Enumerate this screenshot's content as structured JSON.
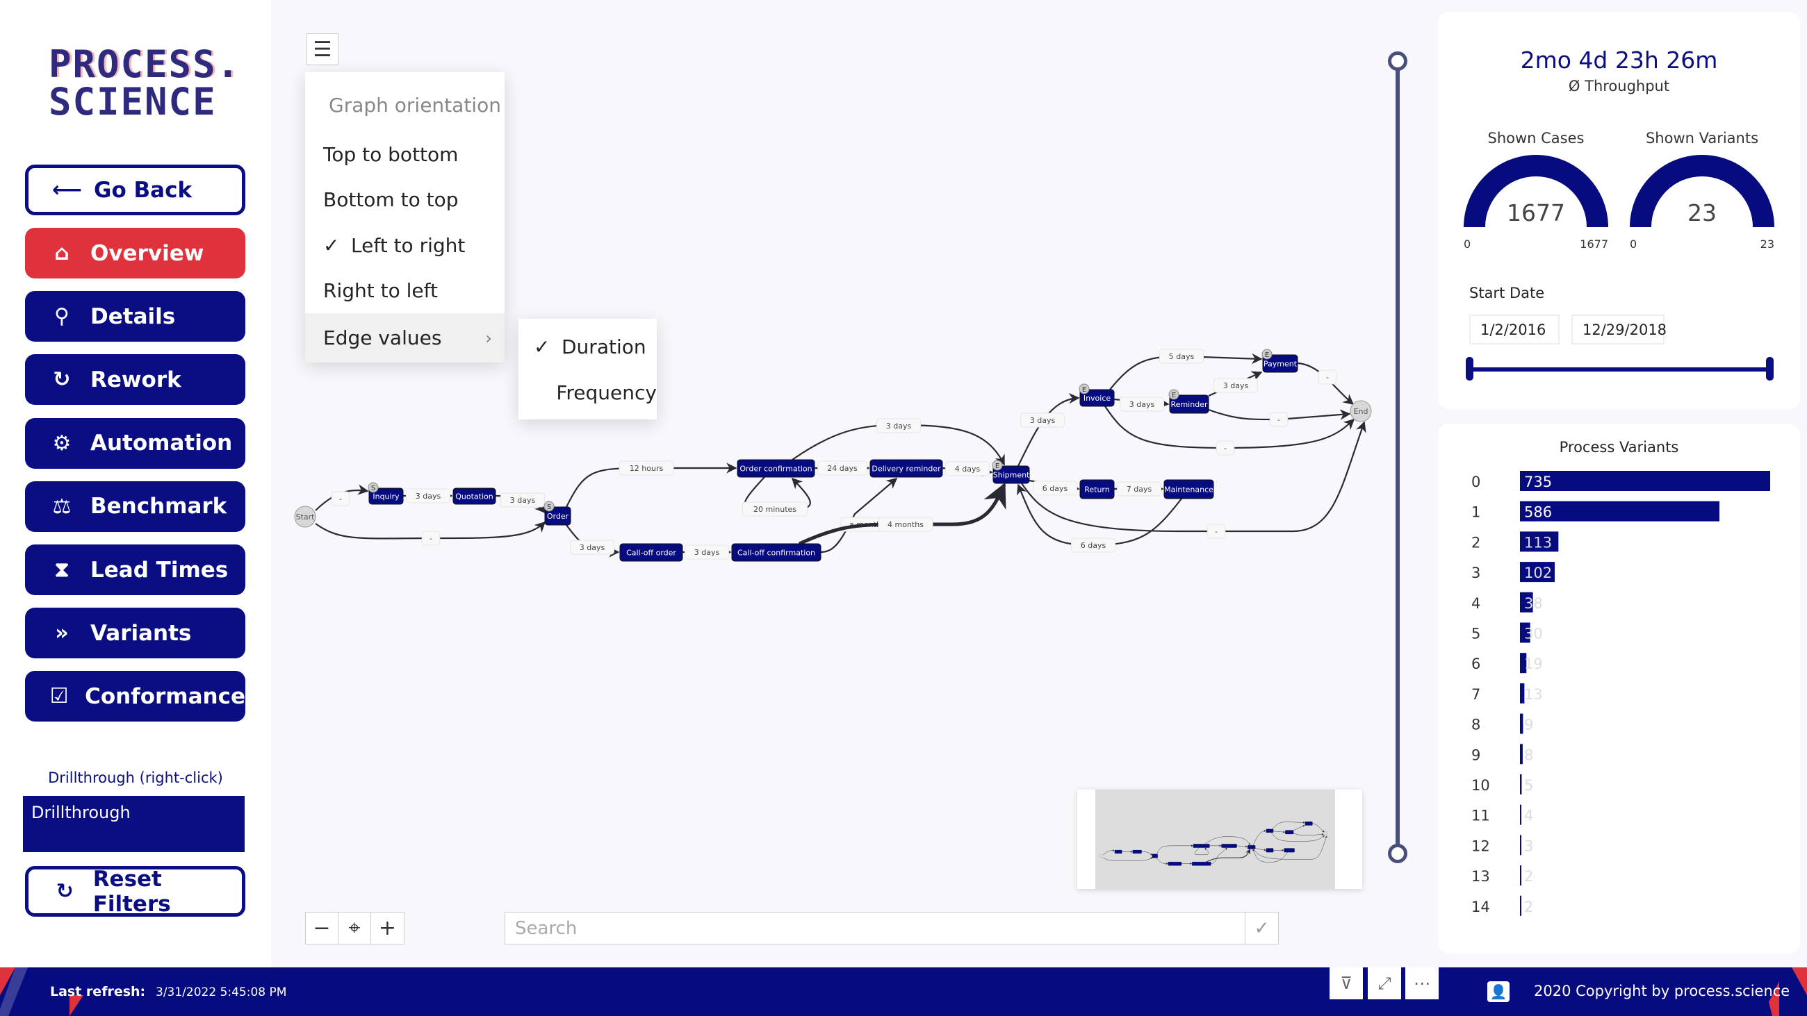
{
  "logo": {
    "line1": "PROCESS.",
    "line2": "SCIENCE"
  },
  "sidebar": {
    "items": [
      {
        "label": "Go Back",
        "icon": "arrow-left-icon",
        "glyph": "⟵"
      },
      {
        "label": "Overview",
        "icon": "home-icon",
        "glyph": "⌂"
      },
      {
        "label": "Details",
        "icon": "magnifier-icon",
        "glyph": "⚲"
      },
      {
        "label": "Rework",
        "icon": "refresh-icon",
        "glyph": "↻"
      },
      {
        "label": "Automation",
        "icon": "gear-icon",
        "glyph": "⚙"
      },
      {
        "label": "Benchmark",
        "icon": "scale-icon",
        "glyph": "⚖"
      },
      {
        "label": "Lead Times",
        "icon": "hourglass-icon",
        "glyph": "⧗"
      },
      {
        "label": "Variants",
        "icon": "double-chevron-icon",
        "glyph": "»"
      },
      {
        "label": "Conformance",
        "icon": "checklist-icon",
        "glyph": "☑"
      }
    ],
    "drillthrough_label": "Drillthrough (right-click)",
    "drillthrough_box": "Drillthrough",
    "reset_label": "Reset Filters",
    "reset_glyph": "↻"
  },
  "menu": {
    "header": "Graph orientation",
    "items": [
      "Top to bottom",
      "Bottom to top",
      "Left to right",
      "Right to left"
    ],
    "checked": "Left to right",
    "edge_values": "Edge values",
    "submenu": [
      "Duration",
      "Frequency"
    ],
    "submenu_checked": "Duration"
  },
  "graph": {
    "nodes": [
      {
        "id": "start",
        "label": "Start",
        "type": "terminal"
      },
      {
        "id": "inquiry",
        "label": "Inquiry",
        "badge": "S"
      },
      {
        "id": "quotation",
        "label": "Quotation"
      },
      {
        "id": "order",
        "label": "Order",
        "badge": "S"
      },
      {
        "id": "orderconf",
        "label": "Order confirmation"
      },
      {
        "id": "delrem",
        "label": "Delivery reminder"
      },
      {
        "id": "calloff",
        "label": "Call-off order"
      },
      {
        "id": "calloffconf",
        "label": "Call-off confirmation"
      },
      {
        "id": "shipment",
        "label": "Shipment",
        "badge": "E"
      },
      {
        "id": "invoice",
        "label": "Invoice",
        "badge": "E"
      },
      {
        "id": "reminder",
        "label": "Reminder",
        "badge": "E"
      },
      {
        "id": "payment",
        "label": "Payment",
        "badge": "E"
      },
      {
        "id": "return",
        "label": "Return"
      },
      {
        "id": "maintenance",
        "label": "Maintenance"
      },
      {
        "id": "end",
        "label": "End",
        "type": "terminal"
      }
    ],
    "edges": [
      {
        "from": "start",
        "to": "inquiry",
        "label": "-"
      },
      {
        "from": "inquiry",
        "to": "quotation",
        "label": "3 days"
      },
      {
        "from": "quotation",
        "to": "order",
        "label": "3 days"
      },
      {
        "from": "start",
        "to": "order",
        "label": "-"
      },
      {
        "from": "order",
        "to": "orderconf",
        "label": "12 hours"
      },
      {
        "from": "orderconf",
        "to": "orderconf",
        "label": "20 minutes"
      },
      {
        "from": "orderconf",
        "to": "delrem",
        "label": "24 days"
      },
      {
        "from": "delrem",
        "to": "shipment",
        "label": "4 days"
      },
      {
        "from": "orderconf",
        "to": "shipment",
        "label": "3 days"
      },
      {
        "from": "order",
        "to": "calloff",
        "label": "3 days"
      },
      {
        "from": "calloff",
        "to": "calloffconf",
        "label": "3 days"
      },
      {
        "from": "calloffconf",
        "to": "delrem",
        "label": "a month"
      },
      {
        "from": "calloffconf",
        "to": "shipment",
        "label": "4 months"
      },
      {
        "from": "shipment",
        "to": "invoice",
        "label": "3 days"
      },
      {
        "from": "invoice",
        "to": "payment",
        "label": "5 days"
      },
      {
        "from": "invoice",
        "to": "reminder",
        "label": "3 days"
      },
      {
        "from": "reminder",
        "to": "payment",
        "label": "3 days"
      },
      {
        "from": "payment",
        "to": "end",
        "label": "-"
      },
      {
        "from": "reminder",
        "to": "end",
        "label": "-"
      },
      {
        "from": "invoice",
        "to": "end",
        "label": "-"
      },
      {
        "from": "shipment",
        "to": "return",
        "label": "6 days"
      },
      {
        "from": "return",
        "to": "maintenance",
        "label": "7 days"
      },
      {
        "from": "maintenance",
        "to": "shipment",
        "label": "6 days"
      },
      {
        "from": "shipment",
        "to": "end",
        "label": "-"
      }
    ]
  },
  "controls": {
    "zoom_out": "−",
    "center": "⌖",
    "zoom_in": "+",
    "search_placeholder": "Search",
    "search_ok": "✓"
  },
  "kpi": {
    "throughput": "2mo 4d 23h 26m",
    "throughput_label": "Ø Throughput"
  },
  "gauges": [
    {
      "label": "Shown Cases",
      "value": "1677",
      "min": "0",
      "max": "1677",
      "fraction": 1.0
    },
    {
      "label": "Shown Variants",
      "value": "23",
      "min": "0",
      "max": "23",
      "fraction": 1.0
    }
  ],
  "start_date": {
    "label": "Start Date",
    "from": "1/2/2016",
    "to": "12/29/2018"
  },
  "chart_data": {
    "type": "bar",
    "orientation": "horizontal",
    "title": "Process Variants",
    "categories": [
      "0",
      "1",
      "2",
      "3",
      "4",
      "5",
      "6",
      "7",
      "8",
      "9",
      "10",
      "11",
      "12",
      "13",
      "14"
    ],
    "values": [
      735,
      586,
      113,
      102,
      38,
      30,
      19,
      13,
      9,
      8,
      5,
      4,
      3,
      2,
      2
    ],
    "color": "#070b80"
  },
  "bottombar": {
    "last_refresh_label": "Last refresh:",
    "last_refresh_value": "3/31/2022 5:45:08 PM",
    "copyright": "2020 Copyright by process.science",
    "icons": [
      "filter-icon",
      "focus-mode-icon",
      "more-options-icon"
    ]
  },
  "colors": {
    "navy": "#070b80",
    "red": "#e0323c"
  }
}
